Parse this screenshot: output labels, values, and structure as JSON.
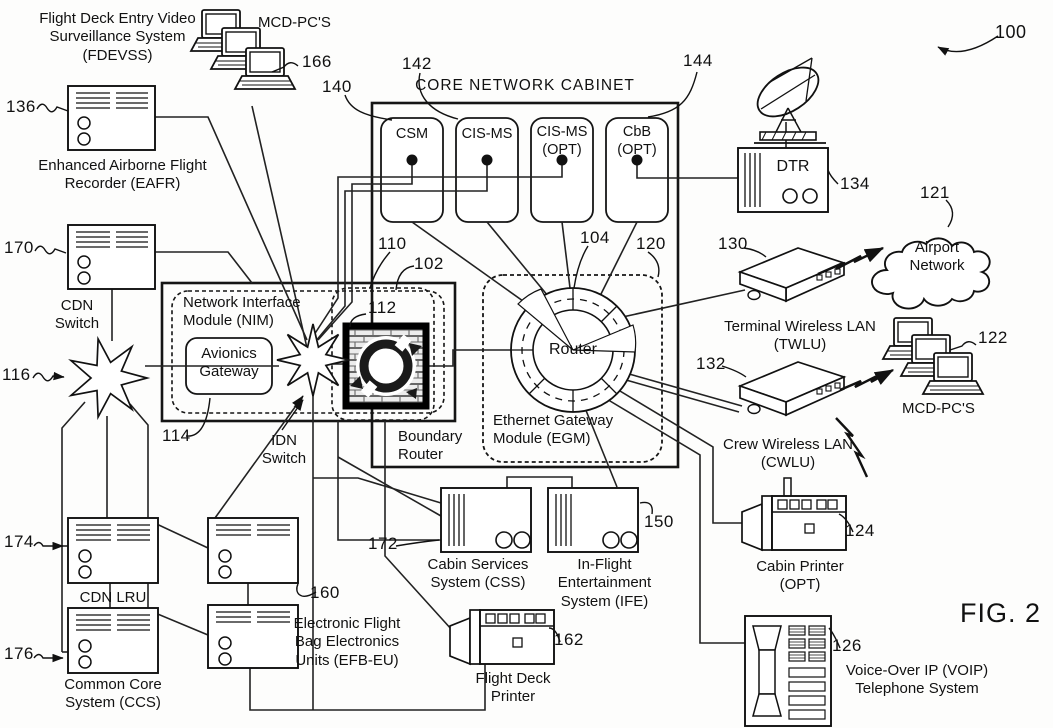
{
  "figure": {
    "label": "FIG. 2"
  },
  "colors": {
    "ink": "#1a1a1a",
    "paper": "#fdfdfc"
  },
  "labels": {
    "fdevss": "Flight Deck Entry Video Surveillance System (FDEVSS)",
    "mcd_top": "MCD-PC'S",
    "cabinet": "CORE NETWORK CABINET",
    "csm": "CSM",
    "cis_ms": "CIS-MS",
    "cis_ms_opt": "CIS-MS (OPT)",
    "cbb": "CbB (OPT)",
    "dtr": "DTR",
    "airport": "Airport Network",
    "twlu": "Terminal Wireless LAN (TWLU)",
    "cwlu": "Crew Wireless LAN (CWLU)",
    "mcd_right": "MCD-PC'S",
    "eafr": "Enhanced Airborne Flight Recorder (EAFR)",
    "cdn_switch": "CDN Switch",
    "nim": "Network Interface Module (NIM)",
    "avionics": "Avionics Gateway",
    "idn": "IDN Switch",
    "boundary": "Boundary Router",
    "router": "Router",
    "egm": "Ethernet Gateway Module (EGM)",
    "cdn_lru": "CDN LRU",
    "ccs": "Common Core System (CCS)",
    "efb": "Electronic Flight Bag Electronics Units (EFB-EU)",
    "css": "Cabin Services System (CSS)",
    "ife": "In-Flight Entertainment System (IFE)",
    "fd_printer": "Flight Deck Printer",
    "cabin_printer": "Cabin Printer (OPT)",
    "voip": "Voice-Over IP (VOIP) Telephone System"
  },
  "refs": {
    "100": "100",
    "102": "102",
    "104": "104",
    "110": "110",
    "112": "112",
    "114": "114",
    "116": "116",
    "120": "120",
    "121": "121",
    "122": "122",
    "124": "124",
    "126": "126",
    "130": "130",
    "132": "132",
    "134": "134",
    "136": "136",
    "140": "140",
    "142": "142",
    "144": "144",
    "150": "150",
    "160": "160",
    "162": "162",
    "166": "166",
    "170": "170",
    "172": "172",
    "174": "174",
    "176": "176"
  }
}
